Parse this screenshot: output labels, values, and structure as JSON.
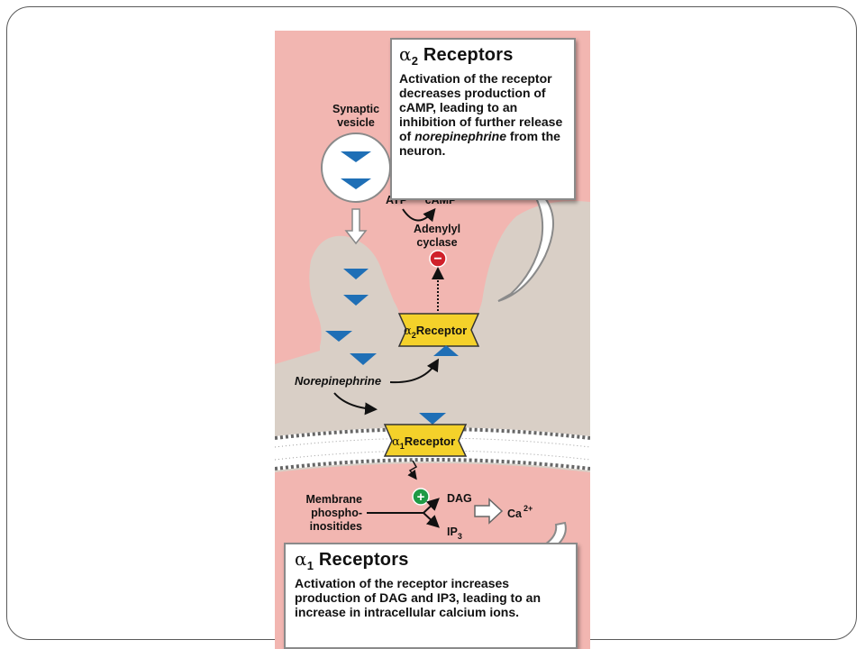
{
  "alpha2_callout": {
    "title_greek": "α",
    "title_sub": "2",
    "title_rest": " Receptors",
    "text_1": "Activation of the receptor decreases production of cAMP, leading to an inhibition of further release of ",
    "text_italic": "norepinephrine",
    "text_2": " from the neuron."
  },
  "alpha1_callout": {
    "title_greek": "α",
    "title_sub": "1",
    "title_rest": " Receptors",
    "text": "Activation of the receptor increases production of DAG and IP3, leading to an increase in intracellular calcium ions."
  },
  "labels": {
    "synaptic_vesicle_1": "Synaptic",
    "synaptic_vesicle_2": "vesicle",
    "atp": "ATP",
    "camp": "cAMP",
    "adenylyl_1": "Adenylyl",
    "adenylyl_2": "cyclase",
    "norepinephrine": "Norepinephrine",
    "alpha2_receptor_greek": "α",
    "alpha2_receptor_sub": "2",
    "alpha2_receptor_rest": "Receptor",
    "alpha1_receptor_greek": "α",
    "alpha1_receptor_sub": "1",
    "alpha1_receptor_rest": "Receptor",
    "membrane_1": "Membrane",
    "membrane_2": "phospho-",
    "membrane_3": "inositides",
    "dag": "DAG",
    "ip3_base": "IP",
    "ip3_sub": "3",
    "ca_base": "Ca",
    "ca_sup": "2+",
    "minus_sign": "−",
    "plus_sign": "+"
  },
  "colors": {
    "pink": "#f2b6b1",
    "tan": "#d9cfc6",
    "receptor_yellow": "#f4d12a",
    "nt_blue": "#1f6fb6",
    "inhibit_red": "#d0202a",
    "activate_green": "#1f9a45"
  }
}
